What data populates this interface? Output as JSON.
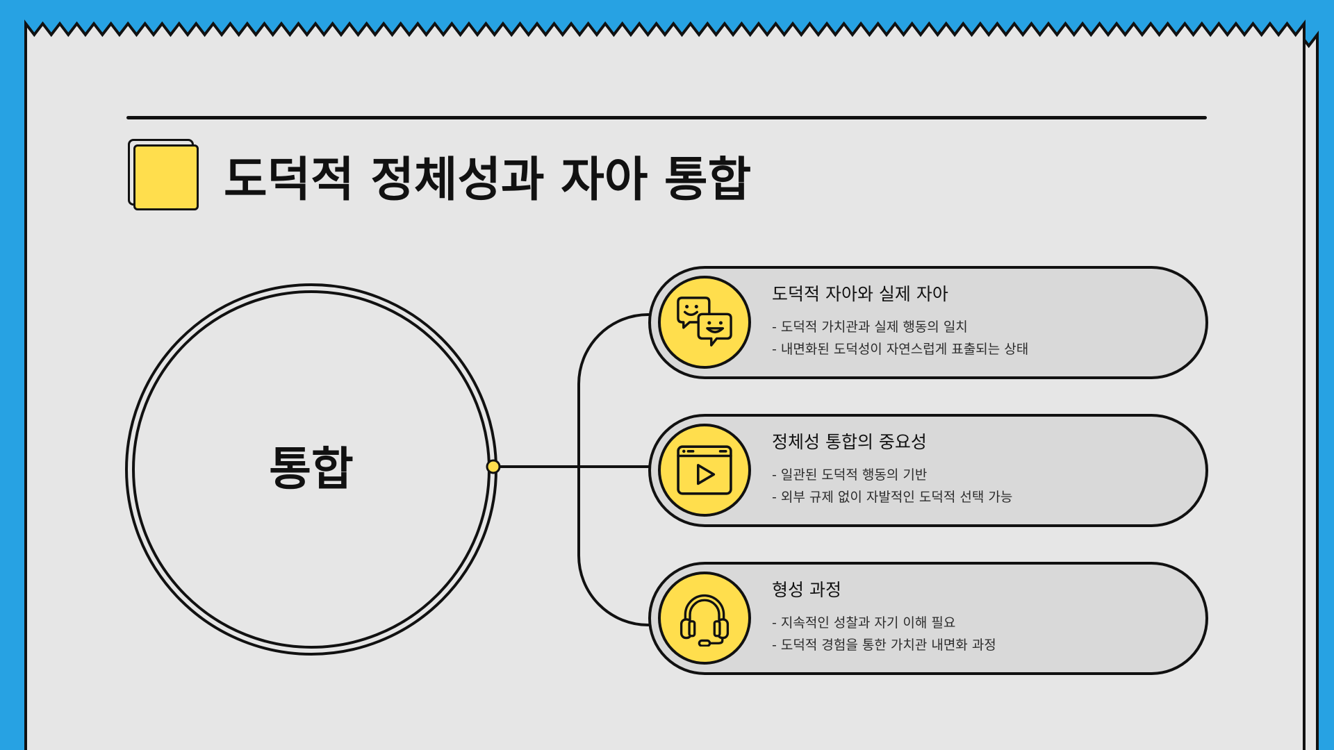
{
  "slide": {
    "title": "도덕적 정체성과 자아 통합",
    "title_icon": "stacked-squares-icon"
  },
  "diagram": {
    "center_label": "통합",
    "items": [
      {
        "icon": "chat-bubbles-icon",
        "heading": "도덕적 자아와 실제 자아",
        "bullets": [
          "- 도덕적 가치관과 실제 행동의 일치",
          "- 내면화된 도덕성이 자연스럽게 표출되는 상태"
        ]
      },
      {
        "icon": "video-player-icon",
        "heading": "정체성 통합의 중요성",
        "bullets": [
          "- 일관된 도덕적 행동의 기반",
          "- 외부 규제 없이 자발적인 도덕적 선택 가능"
        ]
      },
      {
        "icon": "headset-icon",
        "heading": "형성 과정",
        "bullets": [
          "- 지속적인 성찰과 자기 이해 필요",
          "- 도덕적 경험을 통한 가치관 내면화 과정"
        ]
      }
    ]
  },
  "colors": {
    "background": "#27A2E3",
    "paper": "#E6E6E6",
    "pill": "#D9D9D9",
    "accent": "#FFDE4D",
    "ink": "#111111",
    "muted": "#2B2B2B"
  }
}
